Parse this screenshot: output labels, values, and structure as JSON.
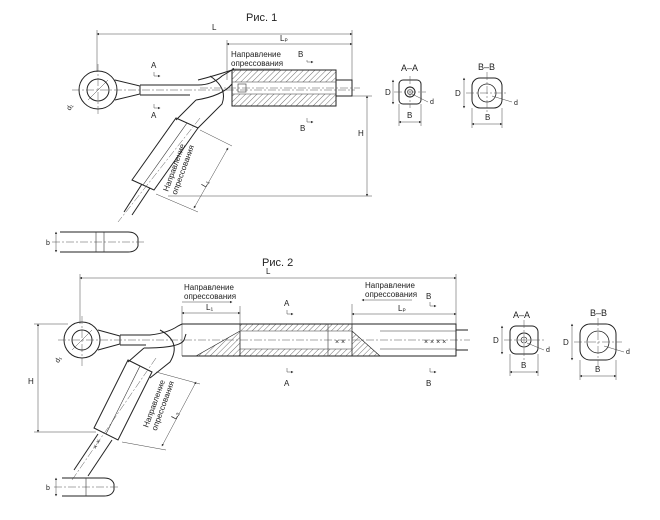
{
  "figures": [
    {
      "title": "Рис. 1",
      "dim_L": "L",
      "dim_Lp": "Lₚ",
      "dim_L1": "L₁",
      "dim_H": "H",
      "dim_D": "D",
      "dim_d1": "d₁",
      "dim_b": "b",
      "direction_top": [
        "Направление",
        "опрессования"
      ],
      "direction_angled": [
        "Направление",
        "опрессования"
      ],
      "cut_A": "A",
      "cut_B": "B",
      "section_AA": {
        "title": "A–A",
        "D": "D",
        "d": "d",
        "B": "B"
      },
      "section_BB": {
        "title": "B–B",
        "D": "D",
        "d": "d",
        "B": "B"
      }
    },
    {
      "title": "Рис. 2",
      "dim_L": "L",
      "dim_L1": "L₁",
      "dim_Lp": "Lₚ",
      "dim_L3": "L₃",
      "dim_H": "H",
      "dim_d1": "d₁",
      "dim_b": "b",
      "direction_left": [
        "Направление",
        "опрессования"
      ],
      "direction_right": [
        "Направление",
        "опрессования"
      ],
      "direction_angled": [
        "Направление",
        "опрессования"
      ],
      "cut_A": "A",
      "cut_B": "B",
      "section_AA": {
        "title": "A–A",
        "D": "D",
        "d": "d",
        "B": "B"
      },
      "section_BB": {
        "title": "B–B",
        "D": "D",
        "d": "d",
        "B": "B"
      }
    }
  ]
}
